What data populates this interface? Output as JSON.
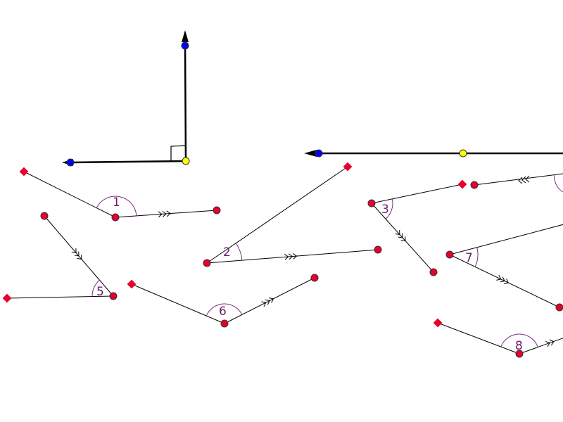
{
  "angle_labels": [
    "1",
    "2",
    "3",
    "5",
    "6",
    "7",
    "8"
  ],
  "colors": {
    "point": "#e8002d",
    "axis_point": "#0000ff",
    "origin_point": "#ffff00",
    "arc": "#7b2a85",
    "line": "#000000"
  }
}
